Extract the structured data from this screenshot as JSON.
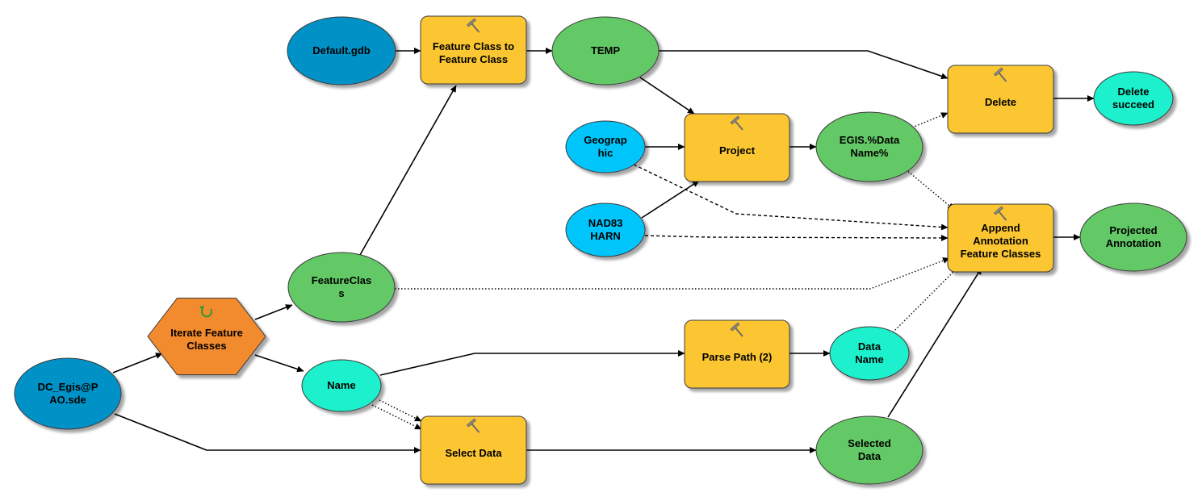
{
  "nodes": {
    "default_gdb": {
      "label": [
        "Default.gdb"
      ],
      "kind": "input",
      "color": "#0592c6"
    },
    "fc_to_fc": {
      "label": [
        "Feature Class to",
        "Feature Class"
      ],
      "kind": "tool",
      "color": "#fbc632"
    },
    "temp": {
      "label": [
        "TEMP"
      ],
      "kind": "derived",
      "color": "#63c966"
    },
    "geographic": {
      "label": [
        "Geograp",
        "hic"
      ],
      "kind": "variable",
      "color": "#00c5fb"
    },
    "nad83": {
      "label": [
        "NAD83",
        "HARN"
      ],
      "kind": "variable",
      "color": "#00c5fb"
    },
    "project": {
      "label": [
        "Project"
      ],
      "kind": "tool",
      "color": "#fbc632"
    },
    "egis": {
      "label": [
        "EGIS.%Data",
        "Name%"
      ],
      "kind": "derived",
      "color": "#63c966"
    },
    "delete": {
      "label": [
        "Delete"
      ],
      "kind": "tool",
      "color": "#fbc632"
    },
    "delete_succeed": {
      "label": [
        "Delete",
        "succeed"
      ],
      "kind": "value",
      "color": "#1cf0cc"
    },
    "append": {
      "label": [
        "Append",
        "Annotation",
        "Feature Classes"
      ],
      "kind": "tool",
      "color": "#fbc632"
    },
    "projected_annotation": {
      "label": [
        "Projected",
        "Annotation"
      ],
      "kind": "derived",
      "color": "#63c966"
    },
    "featureclass": {
      "label": [
        "FeatureClas",
        "s"
      ],
      "kind": "derived",
      "color": "#63c966"
    },
    "iterate": {
      "label": [
        "Iterate Feature",
        "Classes"
      ],
      "kind": "iterator",
      "color": "#f28a2e"
    },
    "dc_egis": {
      "label": [
        "DC_Egis@P",
        "AO.sde"
      ],
      "kind": "input",
      "color": "#0592c6"
    },
    "name": {
      "label": [
        "Name"
      ],
      "kind": "value",
      "color": "#1cf0cc"
    },
    "parse_path": {
      "label": [
        "Parse Path (2)"
      ],
      "kind": "tool",
      "color": "#fbc632"
    },
    "data_name": {
      "label": [
        "Data",
        "Name"
      ],
      "kind": "value",
      "color": "#1cf0cc"
    },
    "select_data": {
      "label": [
        "Select Data"
      ],
      "kind": "tool",
      "color": "#fbc632"
    },
    "selected_data": {
      "label": [
        "Selected",
        "Data"
      ],
      "kind": "derived",
      "color": "#63c966"
    }
  },
  "connections": [
    {
      "from": "default_gdb",
      "to": "fc_to_fc",
      "style": "solid"
    },
    {
      "from": "fc_to_fc",
      "to": "temp",
      "style": "solid"
    },
    {
      "from": "temp",
      "to": "delete",
      "style": "solid"
    },
    {
      "from": "temp",
      "to": "project",
      "style": "solid"
    },
    {
      "from": "geographic",
      "to": "project",
      "style": "solid"
    },
    {
      "from": "nad83",
      "to": "project",
      "style": "solid"
    },
    {
      "from": "project",
      "to": "egis",
      "style": "solid"
    },
    {
      "from": "egis",
      "to": "delete",
      "style": "dotted"
    },
    {
      "from": "egis",
      "to": "append",
      "style": "dotted"
    },
    {
      "from": "delete",
      "to": "delete_succeed",
      "style": "solid"
    },
    {
      "from": "geographic",
      "to": "append",
      "style": "dashed"
    },
    {
      "from": "nad83",
      "to": "append",
      "style": "dashed"
    },
    {
      "from": "featureclass",
      "to": "append",
      "style": "dotted"
    },
    {
      "from": "append",
      "to": "projected_annotation",
      "style": "solid"
    },
    {
      "from": "featureclass",
      "to": "fc_to_fc",
      "style": "solid"
    },
    {
      "from": "iterate",
      "to": "featureclass",
      "style": "solid"
    },
    {
      "from": "iterate",
      "to": "name",
      "style": "solid"
    },
    {
      "from": "dc_egis",
      "to": "iterate",
      "style": "solid"
    },
    {
      "from": "name",
      "to": "parse_path",
      "style": "solid"
    },
    {
      "from": "parse_path",
      "to": "data_name",
      "style": "solid"
    },
    {
      "from": "data_name",
      "to": "append",
      "style": "dotted"
    },
    {
      "from": "name",
      "to": "select_data",
      "style": "dotted"
    },
    {
      "from": "dc_egis",
      "to": "select_data",
      "style": "solid"
    },
    {
      "from": "select_data",
      "to": "selected_data",
      "style": "solid"
    },
    {
      "from": "selected_data",
      "to": "append",
      "style": "solid"
    }
  ]
}
